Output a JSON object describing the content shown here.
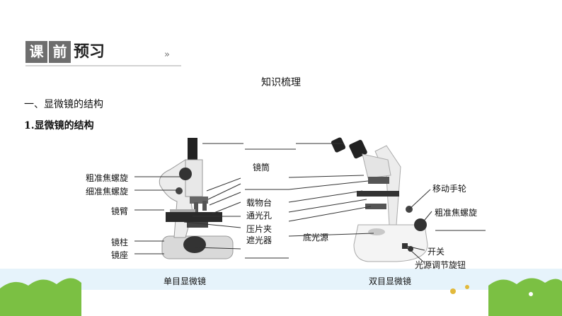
{
  "header": {
    "badge_chars": [
      "课",
      "前"
    ],
    "title": "预习",
    "arrows": "»"
  },
  "section_heading": "知识梳理",
  "section_1": "一、显微镜的结构",
  "section_1_1": "1.显微镜的结构",
  "mono": {
    "labels": {
      "coarse": "粗准焦螺旋",
      "fine": "细准焦螺旋",
      "arm": "镜臂",
      "pillar": "镜柱",
      "base": "镜座",
      "tube": "镜筒",
      "stage": "载物台",
      "hole": "通光孔",
      "clip": "压片夹",
      "diaphragm": "遮光器"
    },
    "caption": "单目显微镜"
  },
  "bino": {
    "labels": {
      "mover": "移动手轮",
      "coarse": "粗准焦螺旋",
      "light": "底光源",
      "switch": "开关",
      "knob": "光源调节旋钮"
    },
    "caption": "双目显微镜"
  },
  "colors": {
    "badge": "#6e6e6e",
    "grass": "#7bc043",
    "sky": "#e6f3fb"
  }
}
